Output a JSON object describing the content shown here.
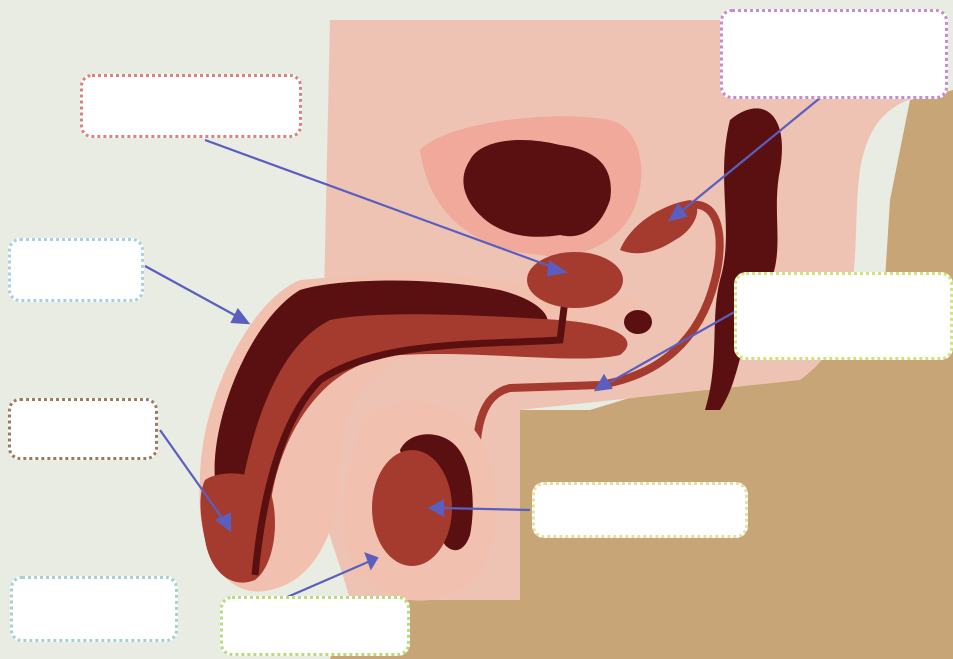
{
  "diagram": {
    "labels": [
      {
        "id": "top-left",
        "text": "",
        "border_color": "#d9837c"
      },
      {
        "id": "top-right",
        "text": "",
        "border_color": "#c58ad4"
      },
      {
        "id": "left-upper",
        "text": "",
        "border_color": "#a9cfe0"
      },
      {
        "id": "right-middle",
        "text": "",
        "border_color": "#cde67a"
      },
      {
        "id": "left-middle",
        "text": "",
        "border_color": "#9c7a5e"
      },
      {
        "id": "right-lower",
        "text": "",
        "border_color": "#e6e0a0"
      },
      {
        "id": "bottom-left",
        "text": "",
        "border_color": "#a8d0cf"
      },
      {
        "id": "bottom-center",
        "text": "",
        "border_color": "#b7dc7c"
      }
    ],
    "colors": {
      "skin_light": "#f2c0ae",
      "skin_body": "#eec3b3",
      "thigh": "#c8a576",
      "organ_dark": "#6b1414",
      "organ_mid": "#a53a2e",
      "arrow": "#5a5fbf",
      "background": "#e9ece2"
    }
  }
}
